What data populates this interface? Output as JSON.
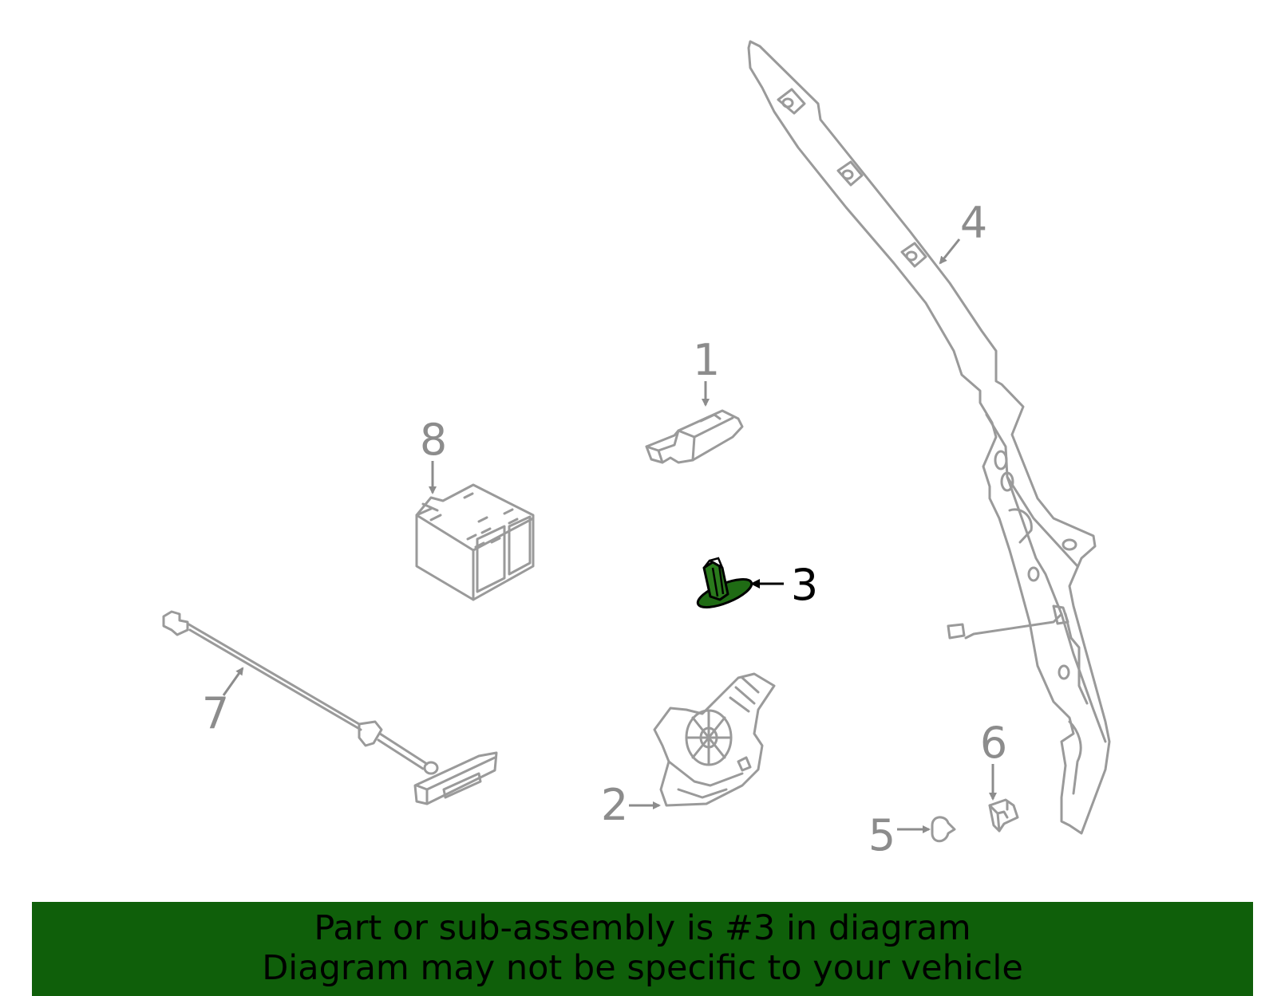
{
  "banner": {
    "line1": "Part or sub-assembly is #3 in diagram",
    "line2": "Diagram may not be specific to your vehicle",
    "color": "#0f5f0a"
  },
  "highlight": {
    "part_number": "3",
    "color": "#1f6b14"
  },
  "callouts": [
    {
      "id": "1",
      "label": "1"
    },
    {
      "id": "2",
      "label": "2"
    },
    {
      "id": "3",
      "label": "3"
    },
    {
      "id": "4",
      "label": "4"
    },
    {
      "id": "5",
      "label": "5"
    },
    {
      "id": "6",
      "label": "6"
    },
    {
      "id": "7",
      "label": "7"
    },
    {
      "id": "8",
      "label": "8"
    }
  ]
}
